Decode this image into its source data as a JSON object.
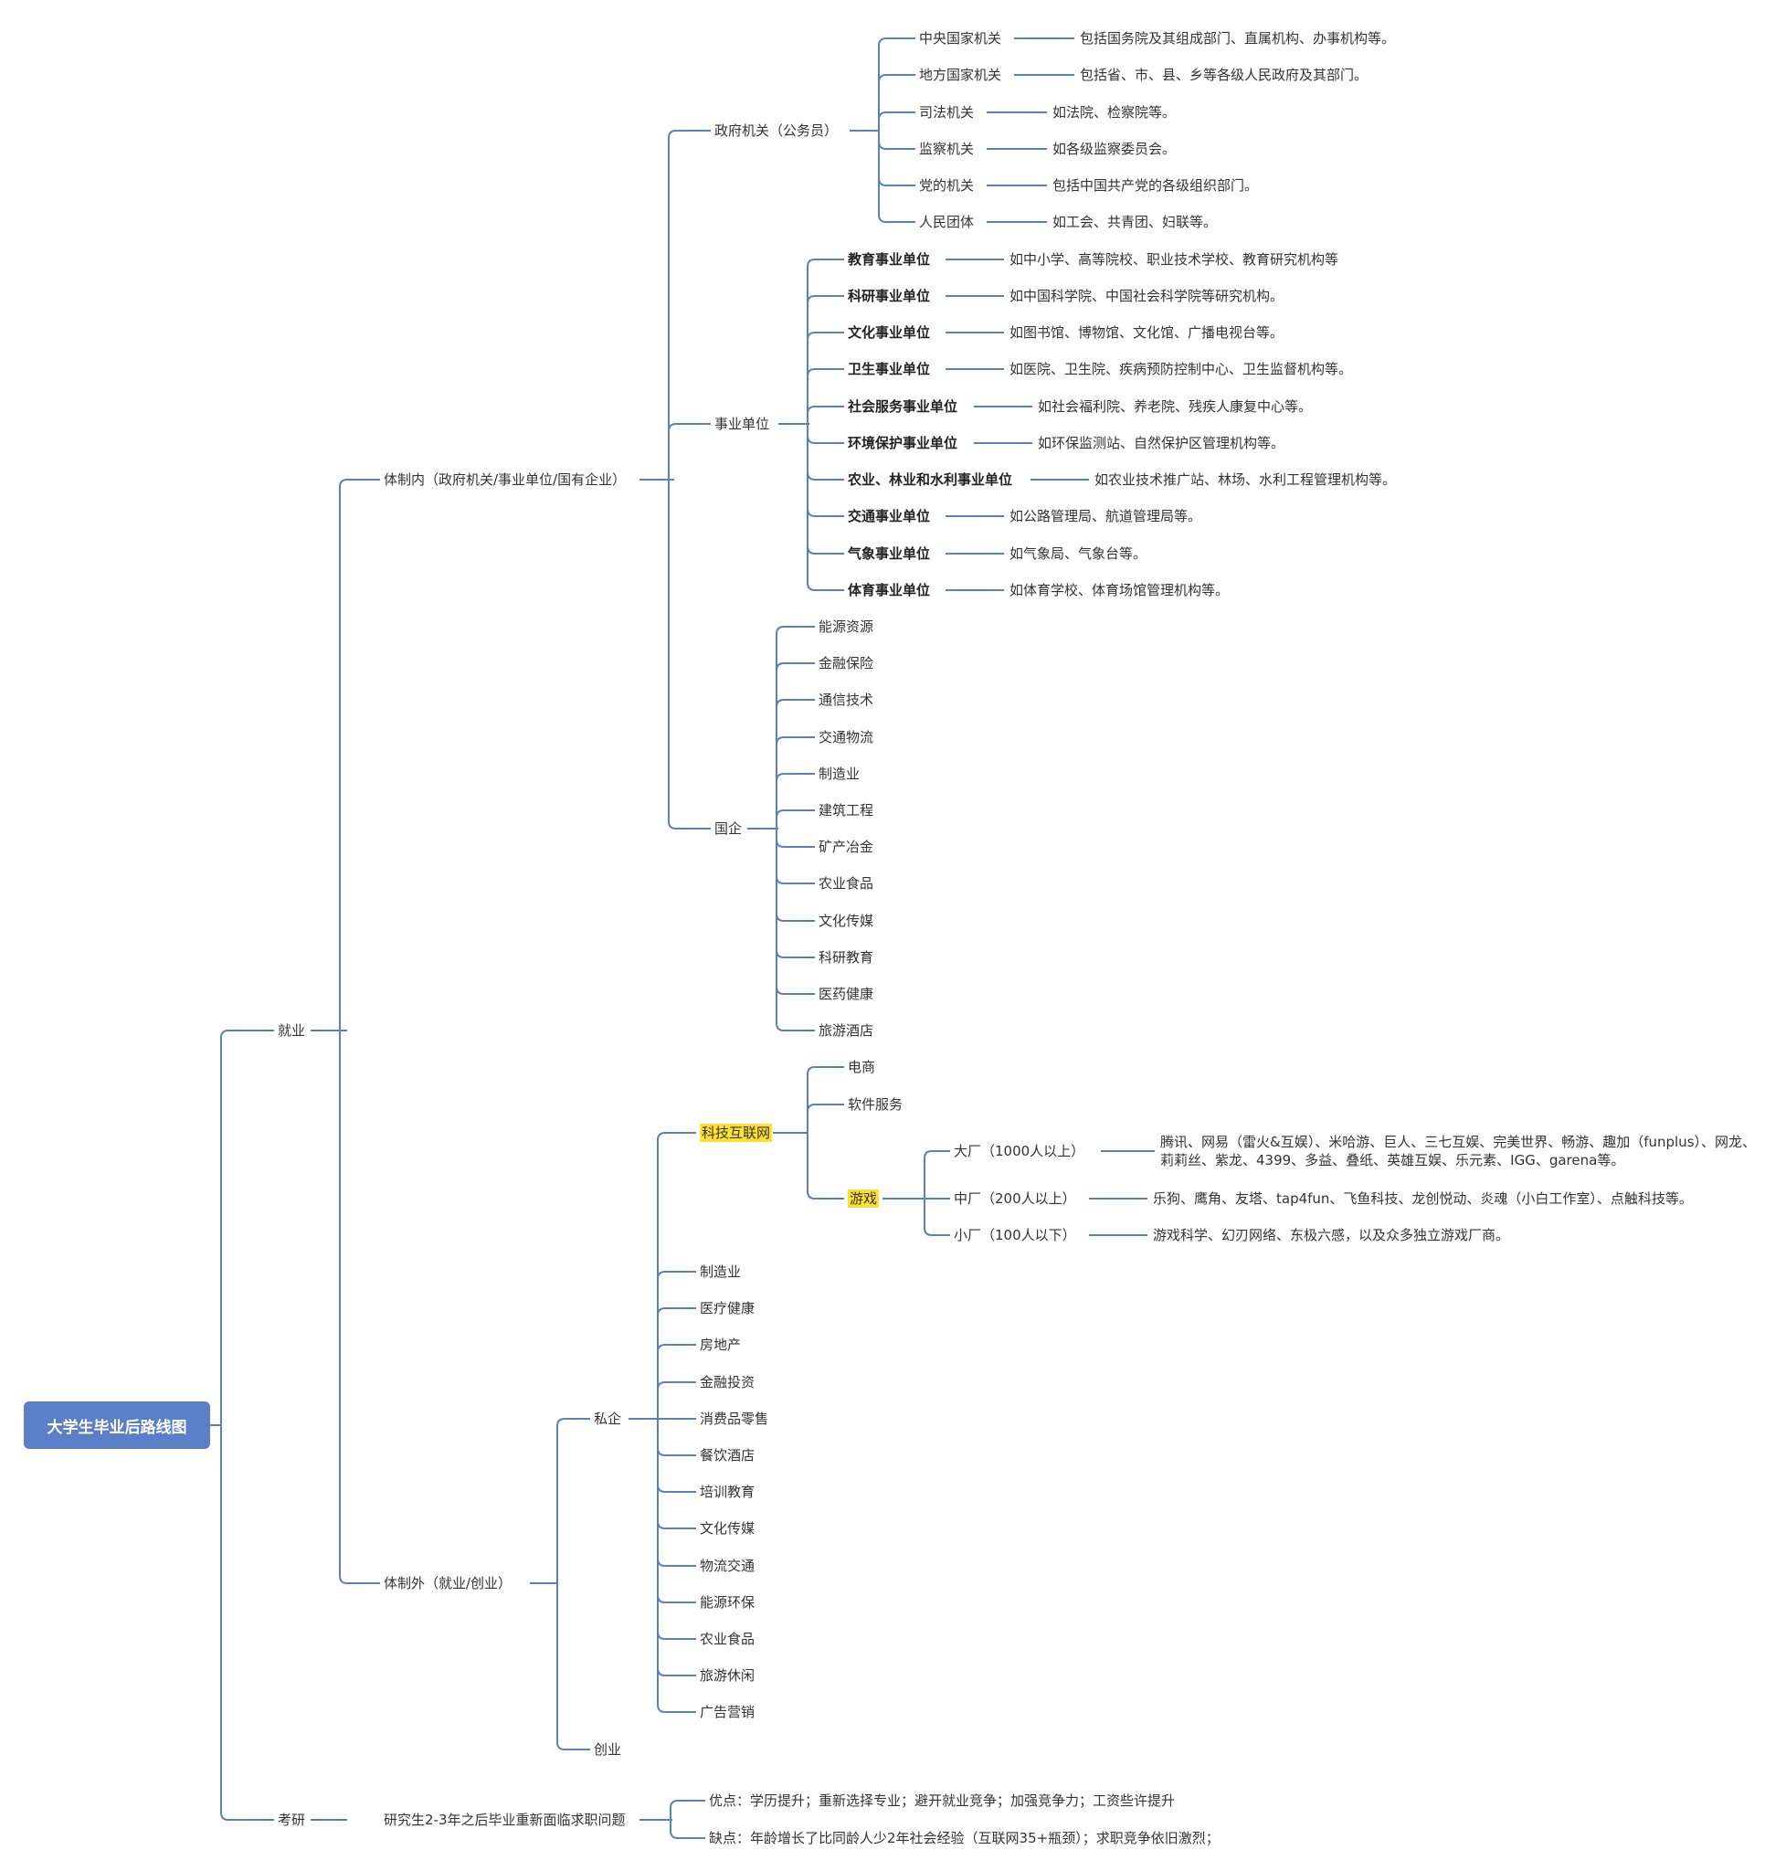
{
  "root": "大学生毕业后路线图",
  "nodes": {
    "jiuye": "就业",
    "kaoyan": "考研",
    "tizhinei": "体制内（政府机关/事业单位/国有企业）",
    "tizhiwai": "体制外（就业/创业）",
    "gov": "政府机关（公务员）",
    "shiye": "事业单位",
    "guoqi": "国企",
    "siqi": "私企",
    "chuangye": "创业",
    "keji": "科技互联网",
    "dianshang": "电商",
    "ruanjian": "软件服务",
    "youxi": "游戏",
    "yanjiusheng": "研究生2-3年之后毕业重新面临求职问题",
    "youdian": "优点：学历提升；重新选择专业；避开就业竞争；加强竞争力；工资些许提升",
    "quedian": "缺点：年龄增长了比同龄人少2年社会经验（互联网35+瓶颈）；求职竞争依旧激烈；"
  },
  "gov_items": [
    {
      "name": "中央国家机关",
      "desc": "包括国务院及其组成部门、直属机构、办事机构等。"
    },
    {
      "name": "地方国家机关",
      "desc": "包括省、市、县、乡等各级人民政府及其部门。"
    },
    {
      "name": "司法机关",
      "desc": "如法院、检察院等。"
    },
    {
      "name": "监察机关",
      "desc": "如各级监察委员会。"
    },
    {
      "name": "党的机关",
      "desc": "包括中国共产党的各级组织部门。"
    },
    {
      "name": "人民团体",
      "desc": "如工会、共青团、妇联等。"
    }
  ],
  "shiye_items": [
    {
      "name": "教育事业单位",
      "desc": "如中小学、高等院校、职业技术学校、教育研究机构等"
    },
    {
      "name": "科研事业单位",
      "desc": "如中国科学院、中国社会科学院等研究机构。"
    },
    {
      "name": "文化事业单位",
      "desc": "如图书馆、博物馆、文化馆、广播电视台等。"
    },
    {
      "name": "卫生事业单位",
      "desc": "如医院、卫生院、疾病预防控制中心、卫生监督机构等。"
    },
    {
      "name": "社会服务事业单位",
      "desc": "如社会福利院、养老院、残疾人康复中心等。"
    },
    {
      "name": "环境保护事业单位",
      "desc": "如环保监测站、自然保护区管理机构等。"
    },
    {
      "name": "农业、林业和水利事业单位",
      "desc": "如农业技术推广站、林场、水利工程管理机构等。"
    },
    {
      "name": "交通事业单位",
      "desc": "如公路管理局、航道管理局等。"
    },
    {
      "name": "气象事业单位",
      "desc": "如气象局、气象台等。"
    },
    {
      "name": "体育事业单位",
      "desc": "如体育学校、体育场馆管理机构等。"
    }
  ],
  "guoqi_items": [
    "能源资源",
    "金融保险",
    "通信技术",
    "交通物流",
    "制造业",
    "建筑工程",
    "矿产冶金",
    "农业食品",
    "文化传媒",
    "科研教育",
    "医药健康",
    "旅游酒店"
  ],
  "youxi_items": [
    {
      "name": "大厂（1000人以上）",
      "desc": "腾讯、网易（雷火&互娱）、米哈游、巨人、三七互娱、完美世界、畅游、趣加（funplus）、网龙、莉莉丝、紫龙、4399、多益、叠纸、英雄互娱、乐元素、IGG、garena等。"
    },
    {
      "name": "中厂（200人以上）",
      "desc": "乐狗、鹰角、友塔、tap4fun、飞鱼科技、龙创悦动、炎魂（小白工作室）、点触科技等。"
    },
    {
      "name": "小厂（100人以下）",
      "desc": "游戏科学、幻刃网络、东极六感，以及众多独立游戏厂商。"
    }
  ],
  "siqi_items": [
    "制造业",
    "医疗健康",
    "房地产",
    "金融投资",
    "消费品零售",
    "餐饮酒店",
    "培训教育",
    "文化传媒",
    "物流交通",
    "能源环保",
    "农业食品",
    "旅游休闲",
    "广告营销"
  ],
  "colors": {
    "line": "#5b7fc6",
    "root_bg": "#5b7fc6",
    "highlight": "#ffe033",
    "text": "#333333"
  }
}
